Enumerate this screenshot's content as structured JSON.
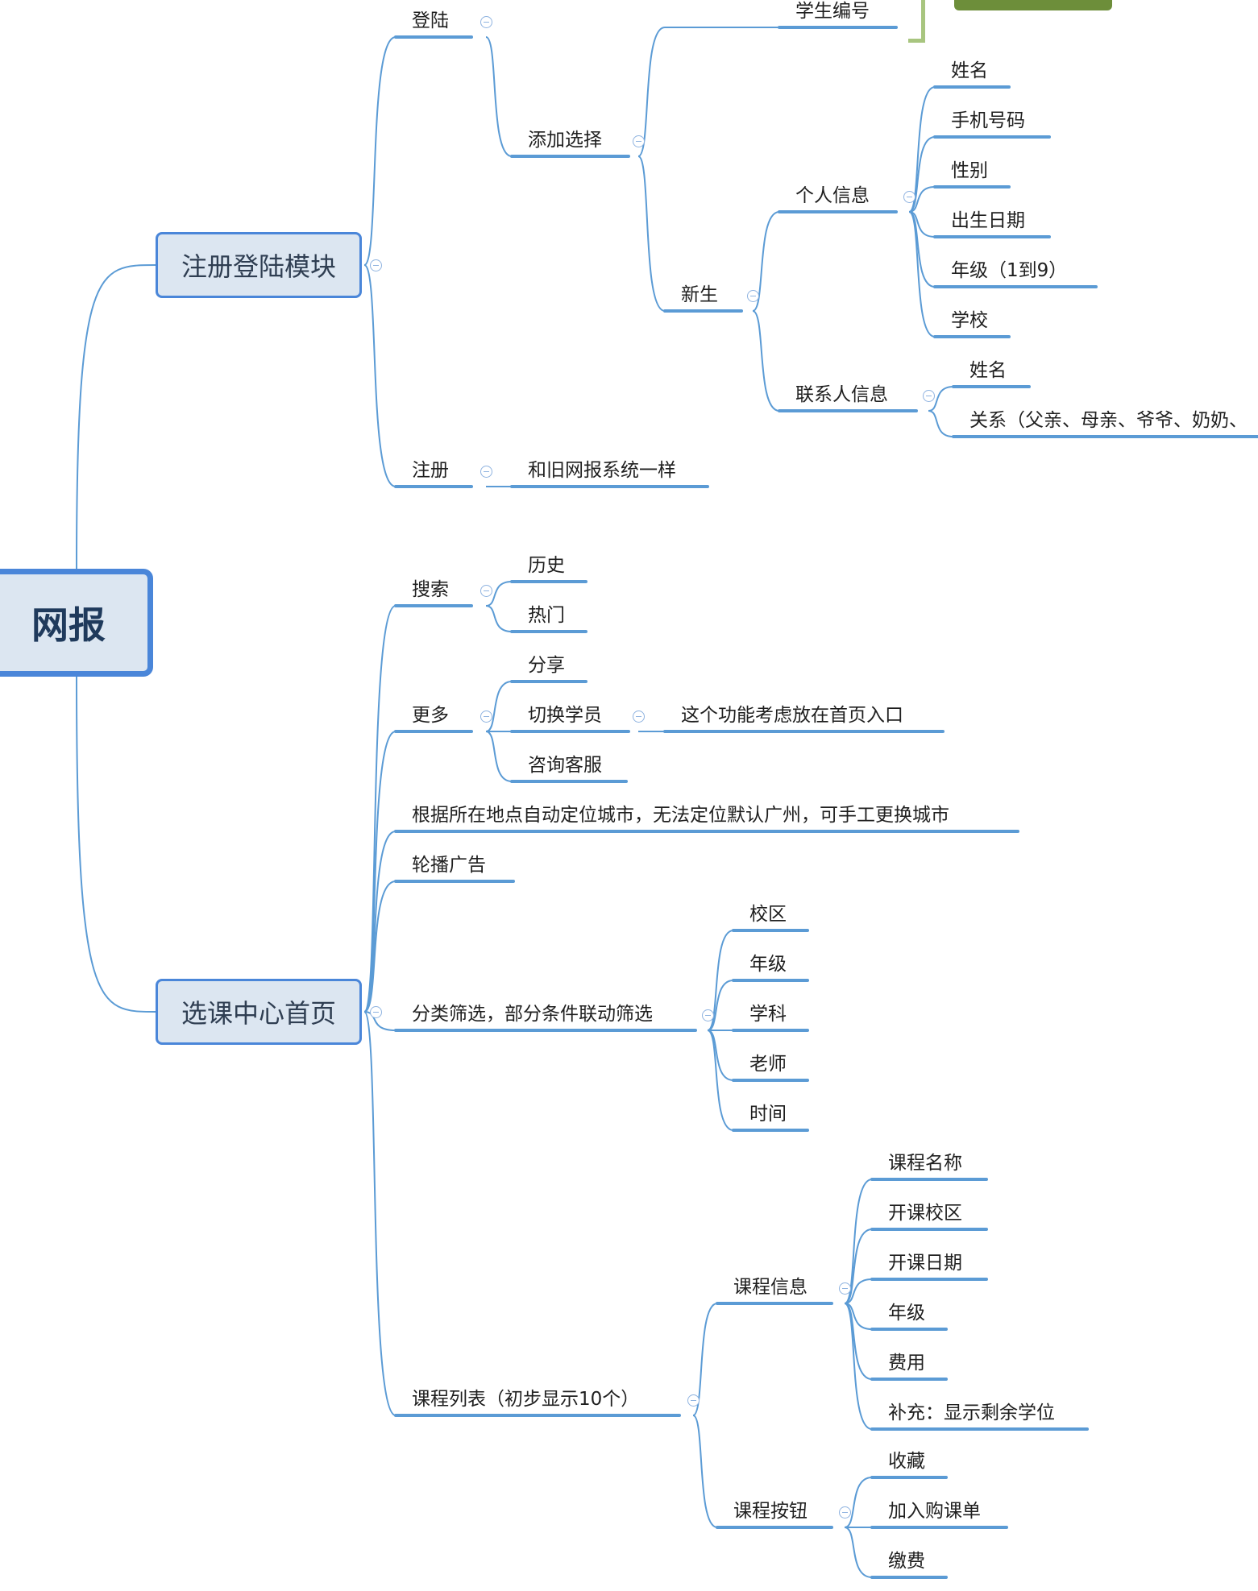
{
  "root": {
    "label": "网报"
  },
  "main_nodes": [
    {
      "key": "register_login",
      "label": "注册登陆模块"
    },
    {
      "key": "course_center",
      "label": "选课中心首页"
    }
  ],
  "texts": {
    "denglu": "登陆",
    "xueshengbianhao": "学生编号",
    "tianjia": "添加选择",
    "xinsheng": "新生",
    "gerenxinxi": "个人信息",
    "p_xingming": "姓名",
    "p_shouji": "手机号码",
    "p_xingbie": "性别",
    "p_chusheng": "出生日期",
    "p_nianji": "年级（1到9）",
    "p_xuexiao": "学校",
    "lianxiren": "联系人信息",
    "c_xingming": "姓名",
    "c_guanxi": "关系（父亲、母亲、爷爷、奶奶、",
    "zhuce": "注册",
    "zhuce_desc": "和旧网报系统一样",
    "sousuo": "搜索",
    "lishi": "历史",
    "remen": "热门",
    "gengduo": "更多",
    "fenxiang": "分享",
    "qiehuan": "切换学员",
    "qiehuan_note": "这个功能考虑放在首页入口",
    "zixun": "咨询客服",
    "dingwei": "根据所在地点自动定位城市，无法定位默认广州，可手工更换城市",
    "lunbo": "轮播广告",
    "fenlei": "分类筛选，部分条件联动筛选",
    "xiaoqu": "校区",
    "f_nianji": "年级",
    "xueke": "学科",
    "laoshi": "老师",
    "shijian": "时间",
    "kechengliebiao": "课程列表（初步显示10个）",
    "kechengxinxi": "课程信息",
    "kc_mingcheng": "课程名称",
    "kc_xiaoqu": "开课校区",
    "kc_riqi": "开课日期",
    "kc_nianji": "年级",
    "kc_feiyong": "费用",
    "kc_buchong": "补充：显示剩余学位",
    "kechenganniu": "课程按钮",
    "an_shoucang": "收藏",
    "an_gouke": "加入购课单",
    "an_jiaofei": "缴费"
  }
}
